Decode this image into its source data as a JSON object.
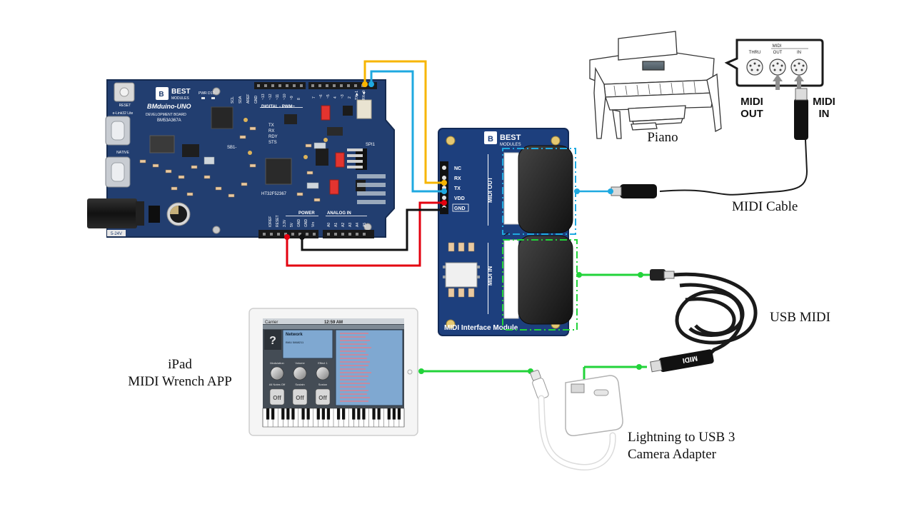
{
  "labels": {
    "piano": "Piano",
    "midi_cable": "MIDI Cable",
    "usb_midi": "USB MIDI",
    "ipad_line1": "iPad",
    "ipad_line2": "MIDI Wrench APP",
    "adapter_line1": "Lightning to USB 3",
    "adapter_line2": "Camera Adapter",
    "midi_out_line1": "MIDI",
    "midi_out_line2": "OUT",
    "midi_in_line1": "MIDI",
    "midi_in_line2": "IN"
  },
  "piano_ports": {
    "header": "MIDI",
    "thru": "THRU",
    "out": "OUT",
    "in": "IN"
  },
  "bmduino": {
    "brand_line1": "BEST",
    "brand_line2": "MODULES",
    "name": "BMduino-UNO",
    "subtitle": "DEVELOPMENT BOARD",
    "model": "BM53A367A",
    "reset": "RESET",
    "elink": "e-Link32 Lite",
    "native": "NATIVE",
    "pwr": "PWR D13",
    "digital": "DIGITAL - PWM~",
    "tx": "TX",
    "rx": "RX",
    "rdy": "RDY",
    "sts": "STS",
    "sb1": "SB1-",
    "chip": "HT32F52367",
    "spi1": "SPI1",
    "power": "POWER",
    "analog": "ANALOG IN",
    "voltage": "5-24V",
    "power_pins": [
      "IOREF",
      "RESET",
      "3.3V",
      "5V",
      "GND",
      "GND",
      "Vin"
    ],
    "analog_pins": [
      "A0",
      "A1",
      "A2",
      "A3",
      "A4",
      "A5"
    ],
    "top_pins": [
      "SCL",
      "SDA",
      "AREF",
      "GND",
      "~13",
      "~12",
      "~11",
      "~10",
      "~9",
      "8",
      "7",
      "~6",
      "~5",
      "4",
      "~3",
      "2",
      "TX▶1",
      "RX◀0"
    ]
  },
  "midi_module": {
    "brand_line1": "BEST",
    "brand_line2": "MODULES",
    "pins": [
      "NC",
      "RX",
      "TX",
      "VDD",
      "GND"
    ],
    "out_label": "MIDI OUT",
    "in_label": "MIDI IN",
    "title": "MIDI Interface Module"
  },
  "ipad_screen": {
    "carrier": "Carrier",
    "time": "12:59 AM",
    "network": "Network",
    "network_value": "BMU 5868211",
    "knob_labels": [
      "Modulation",
      "Volume",
      "Effect 1"
    ],
    "button_labels": [
      "All Notes Off",
      "Sustain",
      "Soston"
    ],
    "off": "Off"
  },
  "dongle_text": "MIDI",
  "colors": {
    "board": "#1f3c6e",
    "module": "#1c3f7c",
    "wire_yellow": "#f7b500",
    "wire_blue": "#1fa9e0",
    "wire_red": "#e3000f",
    "wire_black": "#111111",
    "wire_green": "#22d33a"
  }
}
